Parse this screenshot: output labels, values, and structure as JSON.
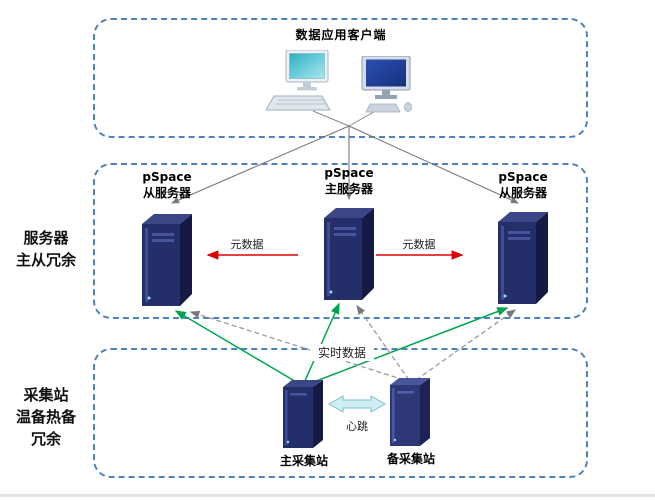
{
  "colors": {
    "zone_border": "#4f81bd",
    "server_body": "#242e68",
    "metadata_arrow": "#dd0000",
    "realtime_arrow": "#00a550",
    "backup_link": "#999999",
    "heartbeat_fill": "#cfeef2"
  },
  "client_zone": {
    "title": "数据应用客户端"
  },
  "server_zone": {
    "side_label": [
      "服务器",
      "主从冗余"
    ],
    "servers": [
      {
        "line1": "pSpace",
        "line2": "从服务器"
      },
      {
        "line1": "pSpace",
        "line2": "主服务器"
      },
      {
        "line1": "pSpace",
        "line2": "从服务器"
      }
    ],
    "metadata_left": "元数据",
    "metadata_right": "元数据"
  },
  "collector_zone": {
    "side_label": [
      "采集站",
      "温备热备",
      "冗余"
    ],
    "realtime_label": "实时数据",
    "heartbeat_label": "心跳",
    "stations": [
      {
        "label": "主采集站"
      },
      {
        "label": "备采集站"
      }
    ]
  }
}
